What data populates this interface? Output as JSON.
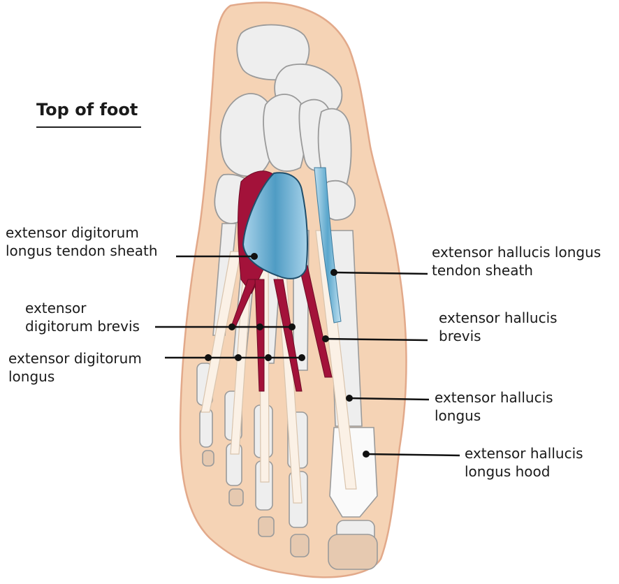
{
  "title": "Top of foot",
  "colors": {
    "skin": "#f5d3b5",
    "skin_outline": "#e2a98a",
    "bone": "#eeeeee",
    "bone_outline": "#9a9a9a",
    "tendon": "#fbf1e6",
    "muscle": "#a3123a",
    "sheath": "#4f9cc4",
    "leader": "#111111"
  },
  "labels": {
    "edl_sheath": [
      "extensor digitorum",
      "longus tendon sheath"
    ],
    "edb": [
      "extensor",
      "digitorum brevis"
    ],
    "edl": [
      "extensor digitorum",
      "longus"
    ],
    "ehl_sheath": [
      "extensor hallucis longus",
      "tendon sheath"
    ],
    "ehb": [
      "extensor hallucis",
      "brevis"
    ],
    "ehl": [
      "extensor hallucis",
      "longus"
    ],
    "ehl_hood": [
      "extensor hallucis",
      "longus hood"
    ]
  }
}
